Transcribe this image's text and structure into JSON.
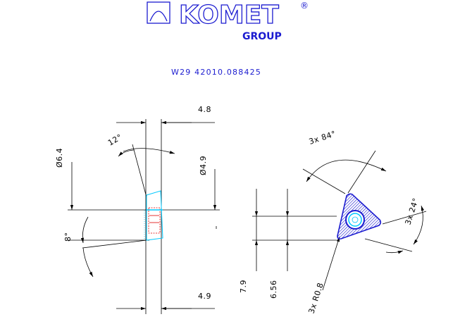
{
  "brand": {
    "name": "KOMET",
    "registered": "®",
    "group": "GROUP",
    "color": "#1b1bd0"
  },
  "part_number": "W29 42010.088425",
  "dimensions": {
    "width_top": "4.8",
    "width_bottom": "4.9",
    "diameter_outer": "Ø6.4",
    "diameter_inner": "Ø4.9",
    "angle_top": "12°",
    "angle_side": "8°",
    "angle_corners": "3x 84°",
    "angle_flank": "3x 24°",
    "height_total": "7.9",
    "height_inner": "6.56",
    "corner_radius": "3x R0.8"
  },
  "colors": {
    "line": "#000000",
    "hatch": "#1b1bd0",
    "section_cyan": "#00c8ff",
    "section_red": "#e00000"
  }
}
